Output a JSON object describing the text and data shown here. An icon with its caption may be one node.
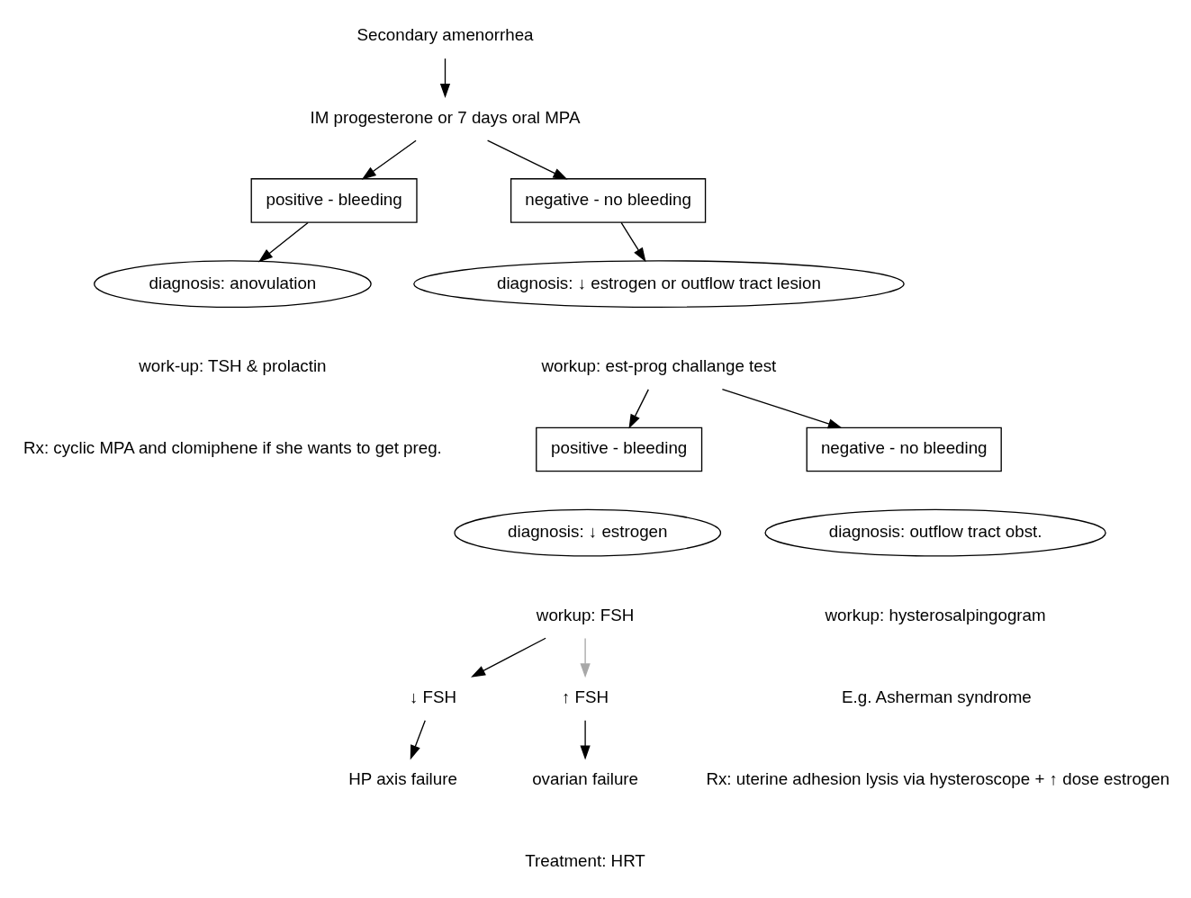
{
  "diagram": {
    "nodes": [
      {
        "text": [
          "Secondary amenorrhea"
        ]
      },
      {
        "text": [
          "IM progesterone or 7 days oral MPA"
        ]
      },
      {
        "text": [
          "positive - bleeding"
        ]
      },
      {
        "text": [
          "negative - no bleeding"
        ]
      },
      {
        "text": [
          "diagnosis: anovulation"
        ]
      },
      {
        "text": [
          "diagnosis: ↓ estrogen or outflow tract lesion"
        ]
      },
      {
        "text": [
          "workup: est-prog challange test"
        ]
      },
      {
        "text": [
          "positive - bleeding"
        ]
      },
      {
        "text": [
          "negative - no bleeding"
        ]
      },
      {
        "text": [
          "diagnosis: ↓ estrogen"
        ]
      },
      {
        "text": [
          "diagnosis: outflow tract obst."
        ]
      },
      {
        "text": [
          "workup: FSH"
        ]
      },
      {
        "text": [
          "↓ FSH"
        ]
      },
      {
        "text": [
          "↑ FSH"
        ]
      },
      {
        "text": [
          "HP axis failure"
        ]
      },
      {
        "text": [
          "ovarian failure"
        ]
      }
    ],
    "edges": [
      {
        "from": 0,
        "to": 1,
        "arrow": "to"
      },
      {
        "from": 1,
        "to": 2,
        "arrow": "to"
      },
      {
        "from": 1,
        "to": 3,
        "arrow": "to"
      },
      {
        "from": 2,
        "to": 4,
        "arrow": "to"
      },
      {
        "from": 3,
        "to": 5,
        "arrow": "to"
      },
      {
        "from": 6,
        "to": 7,
        "arrow": "to"
      },
      {
        "from": 6,
        "to": 8,
        "arrow": "to"
      },
      {
        "from": 11,
        "to": 13,
        "arrow": "to",
        "color": "#a8a8a8"
      },
      {
        "from": 11,
        "to": 12,
        "arrow": "to"
      },
      {
        "from": 12,
        "to": 14,
        "arrow": "to"
      },
      {
        "from": 13,
        "to": 15,
        "arrow": "to"
      }
    ],
    "labels": [
      "work-up: TSH & prolactin",
      "Rx: cyclic MPA and clomiphene if she wants to get preg.",
      "workup: hysterosalpingogram",
      "E.g. Asherman syndrome",
      "Rx: uterine adhesion lysis via hysteroscope + ↑ dose estrogen",
      "Treatment: HRT"
    ]
  }
}
